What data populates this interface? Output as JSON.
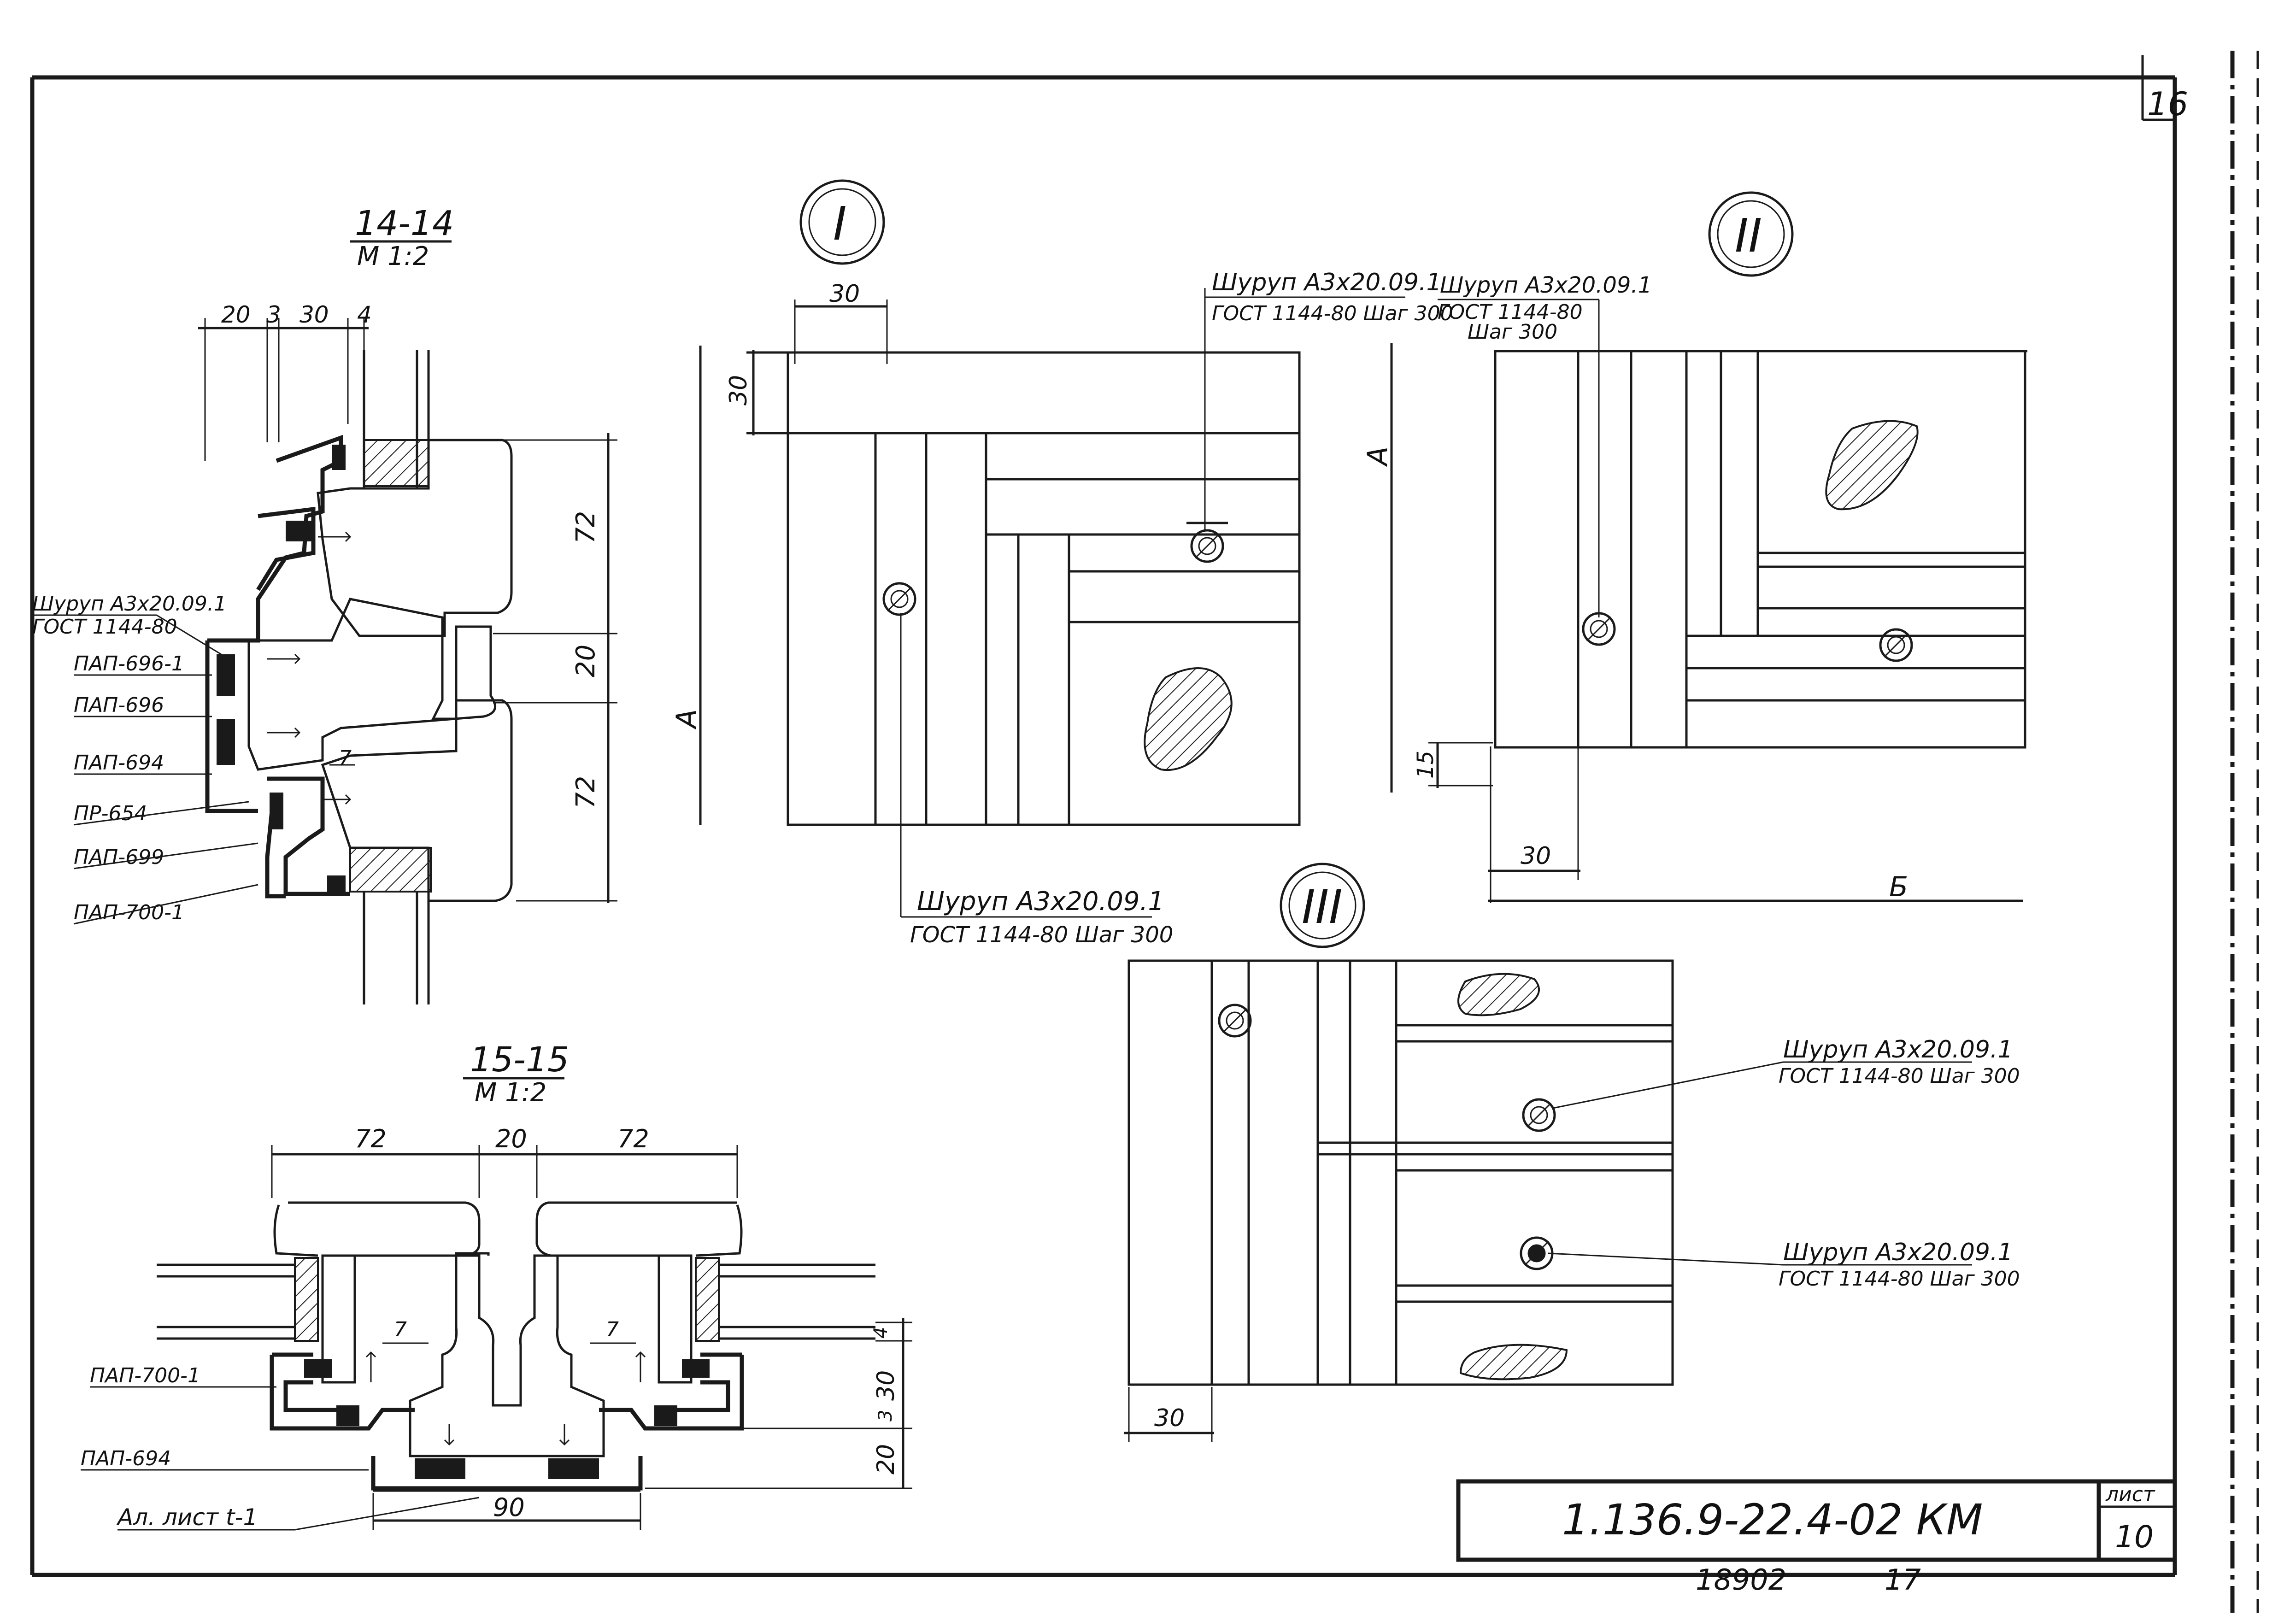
{
  "drawing": {
    "sheet_corner_number": "16",
    "sheet_label": "лист",
    "sheet_number": "10",
    "designation": "1.136.9-22.4-02 КМ",
    "archive_number": "18902",
    "copy_number": "17"
  },
  "section_14": {
    "title": "14-14",
    "scale": "М 1:2",
    "top_dims": [
      "20",
      "3",
      "30",
      "4"
    ],
    "right_dims": [
      "72",
      "20",
      "72"
    ],
    "small_dim": "7",
    "labels": [
      "Шуруп А3х20.09.1",
      "ГОСТ 1144-80",
      "ПАП-696-1",
      "ПАП-696",
      "ПАП-694",
      "ПР-654",
      "ПАП-699",
      "ПАП-700-1"
    ]
  },
  "section_15": {
    "title": "15-15",
    "scale": "М 1:2",
    "top_dims": [
      "72",
      "20",
      "72"
    ],
    "bottom_dim": "90",
    "small_dims": [
      "7",
      "7"
    ],
    "right_dims": [
      "4",
      "3",
      "30",
      "20"
    ],
    "labels": [
      "ПАП-700-1",
      "ПАП-694",
      "Ал. лист t-1"
    ]
  },
  "node_1": {
    "marker": "I",
    "dim_top": "30",
    "dim_side": "30",
    "axis_label": "А",
    "screw_top_line1": "Шуруп А3х20.09.1",
    "screw_top_line2": "ГОСТ 1144-80 Шаг 300",
    "screw_bottom_line1": "Шуруп А3х20.09.1",
    "screw_bottom_line2": "ГОСТ 1144-80 Шаг 300"
  },
  "node_2": {
    "marker": "II",
    "axis_label_a": "А",
    "axis_label_b": "Б",
    "dim_bottom": "30",
    "dim_side": "15",
    "screw_line1": "Шуруп А3х20.09.1",
    "screw_line2": "ГОСТ 1144-80",
    "screw_line3": "Шаг 300"
  },
  "node_3": {
    "marker": "III",
    "dim_bottom": "30",
    "screw_a_line1": "Шуруп А3х20.09.1",
    "screw_a_line2": "ГОСТ 1144-80 Шаг 300",
    "screw_b_line1": "Шуруп А3х20.09.1",
    "screw_b_line2": "ГОСТ 1144-80 Шаг 300"
  },
  "icons": [
    "screw-symbol-icon",
    "node-marker-icon",
    "hatched-section-icon"
  ]
}
